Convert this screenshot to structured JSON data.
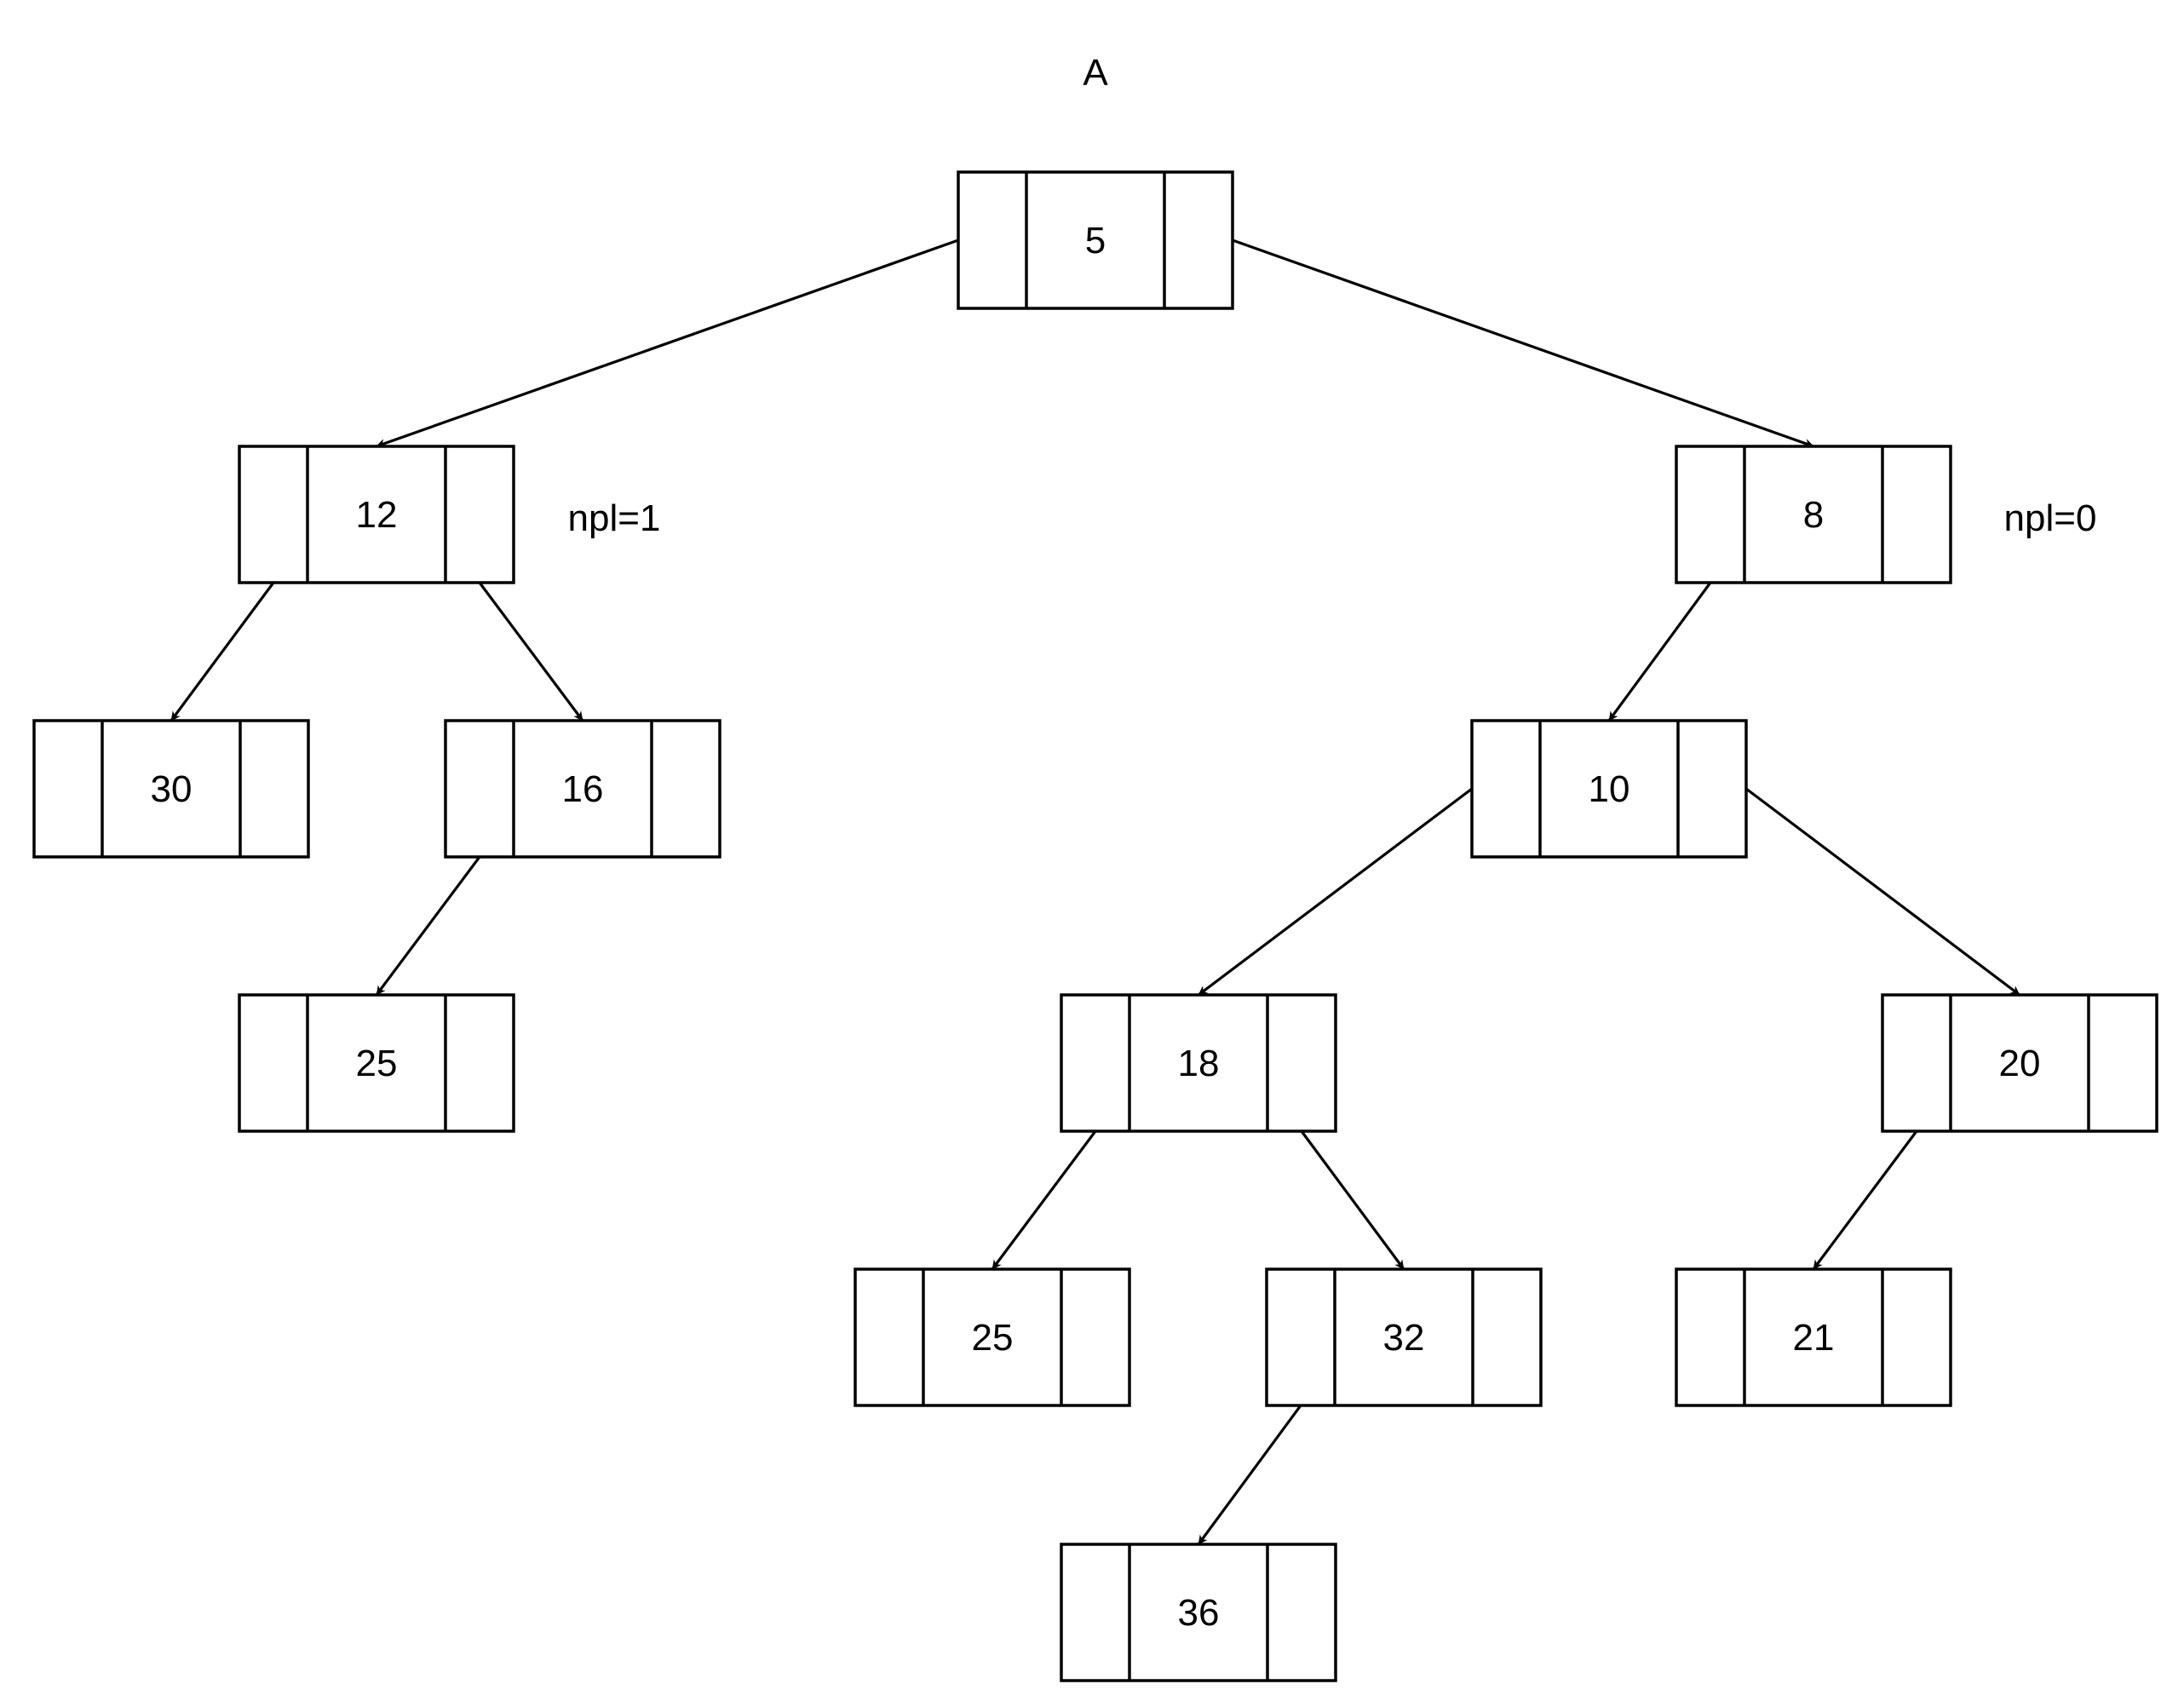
{
  "title": "A",
  "nodes": [
    {
      "id": "n5",
      "value": "5"
    },
    {
      "id": "n12",
      "value": "12"
    },
    {
      "id": "n8",
      "value": "8"
    },
    {
      "id": "n30",
      "value": "30"
    },
    {
      "id": "n16",
      "value": "16"
    },
    {
      "id": "n10",
      "value": "10"
    },
    {
      "id": "n25a",
      "value": "25"
    },
    {
      "id": "n18",
      "value": "18"
    },
    {
      "id": "n20",
      "value": "20"
    },
    {
      "id": "n25b",
      "value": "25"
    },
    {
      "id": "n32",
      "value": "32"
    },
    {
      "id": "n21",
      "value": "21"
    },
    {
      "id": "n36",
      "value": "36"
    }
  ],
  "edges": [
    {
      "from": "n5",
      "to": "n12"
    },
    {
      "from": "n5",
      "to": "n8"
    },
    {
      "from": "n12",
      "to": "n30"
    },
    {
      "from": "n12",
      "to": "n16"
    },
    {
      "from": "n16",
      "to": "n25a"
    },
    {
      "from": "n8",
      "to": "n10"
    },
    {
      "from": "n10",
      "to": "n18"
    },
    {
      "from": "n10",
      "to": "n20"
    },
    {
      "from": "n18",
      "to": "n25b"
    },
    {
      "from": "n18",
      "to": "n32"
    },
    {
      "from": "n32",
      "to": "n36"
    },
    {
      "from": "n20",
      "to": "n21"
    }
  ],
  "annotations": {
    "left_npl": "npl=1",
    "right_npl": "npl=0"
  }
}
